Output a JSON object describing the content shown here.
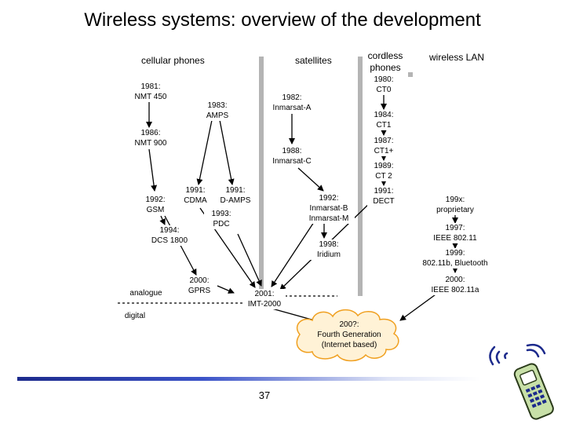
{
  "title": "Wireless systems: overview of the development",
  "headers": {
    "cellular": "cellular phones",
    "satellites": "satellites",
    "cordless": "cordless\nphones",
    "wlan": "wireless LAN"
  },
  "nodes": {
    "nmt450": "1981:\nNMT 450",
    "amps": "1983:\nAMPS",
    "inmarsat_a": "1982:\nInmarsat-A",
    "nmt900": "1986:\nNMT 900",
    "inmarsat_c": "1988:\nInmarsat-C",
    "gsm": "1992:\nGSM",
    "cdma": "1991:\nCDMA",
    "damps": "1991:\nD-AMPS",
    "pdc": "1993:\nPDC",
    "dcs1800": "1994:\nDCS 1800",
    "inmarsat_bm": "1992:\nInmarsat-B\nInmarsat-M",
    "iridium": "1998:\nIridium",
    "analogue": "analogue",
    "gprs": "2000:\nGPRS",
    "imt2000": "2001:\nIMT-2000",
    "digital": "digital",
    "fourth_gen": "200?:\nFourth Generation\n(Internet based)",
    "ct0": "1980:\nCT0",
    "ct1": "1984:\nCT1",
    "ct1plus": "1987:\nCT1+",
    "ct2": "1989:\nCT 2",
    "dect": "1991:\nDECT",
    "proprietary": "199x:\nproprietary",
    "ieee80211": "1997:\nIEEE 802.11",
    "ieee80211b": "1999:\n802.11b, Bluetooth",
    "ieee80211a": "2000:\nIEEE 802.11a"
  },
  "page_number": "37",
  "colors": {
    "bar": "#b4b4b4",
    "cloud": "#f0a020",
    "footer": "#1c2a8c"
  },
  "icon": "mobile-phone-icon"
}
